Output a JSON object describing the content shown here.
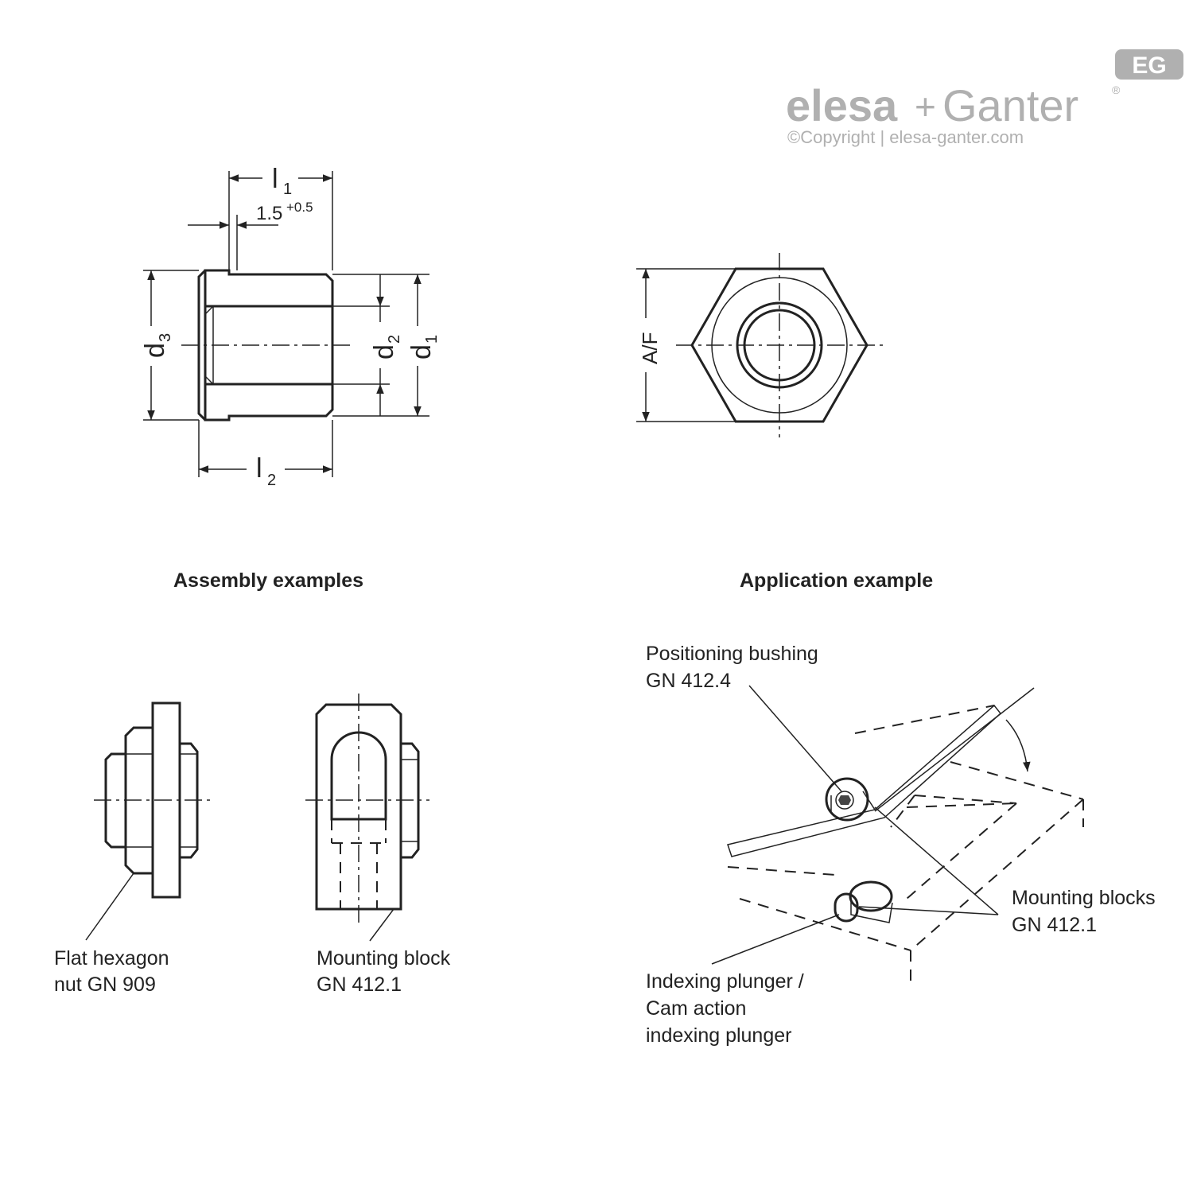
{
  "logo": {
    "badge": "EG",
    "brand_left": "elesa",
    "brand_plus": "+",
    "brand_right": "Ganter",
    "registered": "®",
    "copyright": "©Copyright | elesa-ganter.com"
  },
  "dimensions": {
    "l1": "l",
    "l1_sub": "1",
    "tolerance_base": "1.5",
    "tolerance_sup": "+0.5",
    "l2": "l",
    "l2_sub": "2",
    "d1": "d",
    "d1_sub": "1",
    "d2": "d",
    "d2_sub": "2",
    "d3": "d",
    "d3_sub": "3",
    "af": "A/F"
  },
  "headings": {
    "assembly": "Assembly examples",
    "application": "Application example"
  },
  "labels": {
    "flat_hex_line1": "Flat hexagon",
    "flat_hex_line2": "nut GN 909",
    "mounting_block_line1": "Mounting block",
    "mounting_block_line2": "GN 412.1",
    "positioning_line1": "Positioning bushing",
    "positioning_line2": "GN 412.4",
    "mounting_blocks_line1": "Mounting blocks",
    "mounting_blocks_line2": "GN 412.1",
    "indexing_line1": "Indexing plunger /",
    "indexing_line2": "Cam action",
    "indexing_line3": "indexing plunger"
  },
  "colors": {
    "ink": "#222222",
    "logo_grey": "#b0b0b0"
  }
}
